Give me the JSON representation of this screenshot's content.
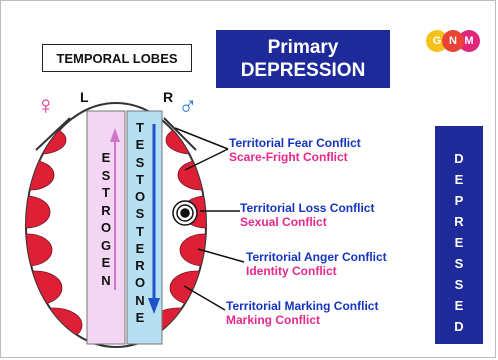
{
  "title": "TEMPORAL LOBES",
  "banner": {
    "line1": "Primary",
    "line2": "DEPRESSION"
  },
  "logo": {
    "letters": [
      "G",
      "N",
      "M"
    ],
    "colors": [
      "#f4c21b",
      "#ea4335",
      "#e0267c"
    ]
  },
  "sides": {
    "left": "L",
    "right": "R"
  },
  "symbols": {
    "female": "♀",
    "male": "♂",
    "female_color": "#e8288a",
    "male_color": "#1d75d8"
  },
  "estrogen": {
    "letters": [
      "E",
      "S",
      "T",
      "R",
      "O",
      "G",
      "E",
      "N"
    ]
  },
  "testosterone": {
    "letters": [
      "T",
      "E",
      "S",
      "T",
      "O",
      "S",
      "T",
      "E",
      "R",
      "O",
      "N",
      "E"
    ]
  },
  "conflicts": [
    {
      "primary": "Territorial Fear Conflict",
      "secondary": "Scare-Fright Conflict"
    },
    {
      "primary": "Territorial Loss Conflict",
      "secondary": "Sexual Conflict"
    },
    {
      "primary": "Territorial Anger Conflict",
      "secondary": "Identity Conflict"
    },
    {
      "primary": "Territorial Marking Conflict",
      "secondary": "Marking Conflict"
    }
  ],
  "depressed": [
    "D",
    "E",
    "P",
    "R",
    "E",
    "S",
    "S",
    "E",
    "D"
  ],
  "colors": {
    "banner": "#1f2a9a",
    "lobe": "#dd2035",
    "estrogen_bg": "#f3d6f3",
    "testosterone_bg": "#b6dff2"
  }
}
